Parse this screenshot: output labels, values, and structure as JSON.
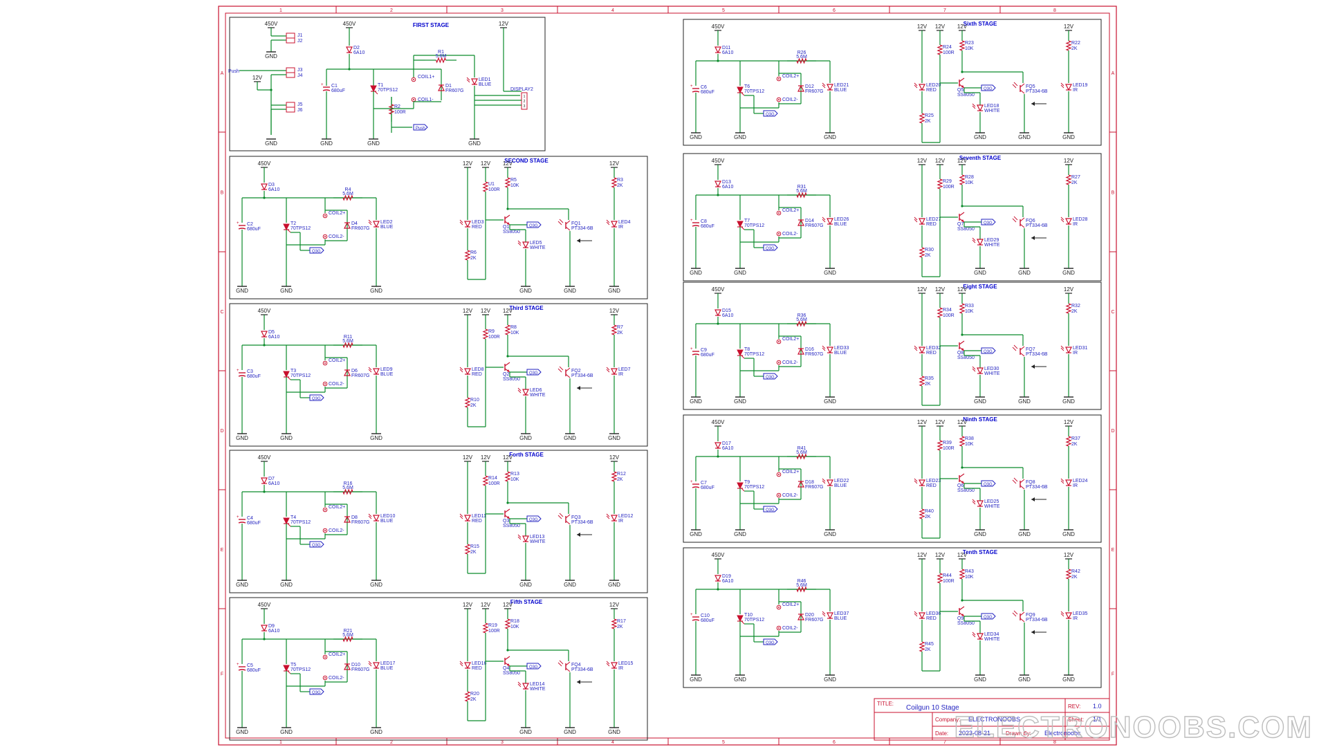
{
  "sheet": {
    "col_labels": [
      "1",
      "2",
      "3",
      "4",
      "5",
      "6",
      "7",
      "8"
    ],
    "row_labels": [
      "A",
      "B",
      "C",
      "D",
      "E",
      "F"
    ]
  },
  "colors": {
    "frame": "#c8102e",
    "wire": "#0a8a2a",
    "part": "#c8102e",
    "label": "#1f1fbf",
    "stage_title": "#0000cc",
    "black": "#222222",
    "watermark": "#d9d9d9"
  },
  "first_stage": {
    "title": "FIRST STAGE",
    "v450": "450V",
    "v12a": "12V",
    "v12b": "12V",
    "j1": "J1",
    "j2": "J2",
    "j3": "J3",
    "j4": "J4",
    "j5": "J5",
    "j6": "J6",
    "push_in": "Push",
    "push_out": "Push",
    "gnd": "GND",
    "d_ref": "D2",
    "d_val": "6A10",
    "c_ref": "C1",
    "c_val": "680uF",
    "t_ref": "T1",
    "t_val": "70TPS12",
    "r1_ref": "R1",
    "r1_val": "5.6M",
    "r2_ref": "R2",
    "r2_val": "100R",
    "d1_ref": "D1",
    "d1_val": "FR607G",
    "led_ref": "LED1",
    "led_val": "BLUE",
    "coil_p": "COIL1+",
    "coil_n": "COIL1-",
    "display": "DISPLAY2",
    "pins": [
      "1",
      "2",
      "3"
    ]
  },
  "stages": [
    {
      "title": "SECOND STAGE",
      "d": "D3",
      "c": "C2",
      "t": "T2",
      "r": "R4",
      "dd": "D4",
      "ledb": "LED2",
      "coil": "COIL2",
      "ledr": "LED3",
      "ra": "U1",
      "rb": "R5",
      "q": "Q1",
      "ledw": "LED5",
      "rc": "R6",
      "fq": "FQ1",
      "ri": "R3",
      "ledi": "LED4"
    },
    {
      "title": "Third STAGE",
      "d": "D5",
      "c": "C3",
      "t": "T3",
      "r": "R11",
      "dd": "D6",
      "ledb": "LED9",
      "coil": "COIL2",
      "ledr": "LED8",
      "ra": "R9",
      "rb": "R8",
      "q": "Q2",
      "ledw": "LED6",
      "rc": "R10",
      "fq": "FQ2",
      "ri": "R7",
      "ledi": "LED7"
    },
    {
      "title": "Forth STAGE",
      "d": "D7",
      "c": "C4",
      "t": "T4",
      "r": "R16",
      "dd": "D8",
      "ledb": "LED10",
      "coil": "COIL2",
      "ledr": "LED11",
      "ra": "R14",
      "rb": "R13",
      "q": "Q3",
      "ledw": "LED13",
      "rc": "R15",
      "fq": "FQ3",
      "ri": "R12",
      "ledi": "LED12"
    },
    {
      "title": "Fifth STAGE",
      "d": "D9",
      "c": "C5",
      "t": "T5",
      "r": "R21",
      "dd": "D10",
      "ledb": "LED17",
      "coil": "COIL2",
      "ledr": "LED16",
      "ra": "R19",
      "rb": "R18",
      "q": "Q4",
      "ledw": "LED14",
      "rc": "R20",
      "fq": "FQ4",
      "ri": "R17",
      "ledi": "LED15"
    },
    {
      "title": "Sixth STAGE",
      "d": "D11",
      "c": "C6",
      "t": "T6",
      "r": "R26",
      "dd": "D12",
      "ledb": "LED21",
      "coil": "COIL2",
      "ledr": "LED20",
      "ra": "R24",
      "rb": "R23",
      "q": "Q5",
      "ledw": "LED18",
      "rc": "R25",
      "fq": "FQ5",
      "ri": "R22",
      "ledi": "LED19"
    },
    {
      "title": "Seventh STAGE",
      "d": "D13",
      "c": "C8",
      "t": "T7",
      "r": "R31",
      "dd": "D14",
      "ledb": "LED26",
      "coil": "COIL2",
      "ledr": "LED27",
      "ra": "R29",
      "rb": "R28",
      "q": "Q7",
      "ledw": "LED29",
      "rc": "R30",
      "fq": "FQ6",
      "ri": "R27",
      "ledi": "LED28"
    },
    {
      "title": "Eight STAGE",
      "d": "D15",
      "c": "C9",
      "t": "T8",
      "r": "R36",
      "dd": "D16",
      "ledb": "LED33",
      "coil": "COIL2",
      "ledr": "LED32",
      "ra": "R34",
      "rb": "R33",
      "q": "Q8",
      "ledw": "LED30",
      "rc": "R35",
      "fq": "FQ7",
      "ri": "R32",
      "ledi": "LED31"
    },
    {
      "title": "Ninth STAGE",
      "d": "D17",
      "c": "C7",
      "t": "T9",
      "r": "R41",
      "dd": "D18",
      "ledb": "LED22",
      "coil": "COIL2",
      "ledr": "LED23",
      "ra": "R39",
      "rb": "R38",
      "q": "Q6",
      "ledw": "LED25",
      "rc": "R40",
      "fq": "FQ8",
      "ri": "R37",
      "ledi": "LED24"
    },
    {
      "title": "Tenth STAGE",
      "d": "D19",
      "c": "C10",
      "t": "T10",
      "r": "R46",
      "dd": "D20",
      "ledb": "LED37",
      "coil": "COIL2",
      "ledr": "LED36",
      "ra": "R44",
      "rb": "R43",
      "q": "Q9",
      "ledw": "LED34",
      "rc": "R45",
      "fq": "FQ9",
      "ri": "R42",
      "ledi": "LED35"
    }
  ],
  "common": {
    "v450": "450V",
    "v12": "12V",
    "gnd": "GND",
    "d_val": "6A10",
    "c_val": "680uF",
    "t_val": "70TPS12",
    "r_val": "5.6M",
    "dd_val": "FR607G",
    "ledb_val": "BLUE",
    "coil_p": "+",
    "coil_n": "-",
    "ledr_val": "RED",
    "ra_val": "100R",
    "rb_val": "10K",
    "q_val": "SS8050",
    "ledw_val": "WHITE",
    "rc_val": "2K",
    "fq_val": "PT334-6B",
    "ri_val": "2K",
    "ledi_val": "IR",
    "q3g": "Q3G"
  },
  "title_block": {
    "title_label": "TITLE:",
    "title_value": "Coilgun 10 Stage",
    "rev_label": "REV:",
    "rev_value": "1.0",
    "company_label": "Company:",
    "company_value": "ELECTRONOOBS",
    "sheet_label": "Sheet:",
    "sheet_value": "1/1",
    "date_label": "Date:",
    "date_value": "2023-08-21",
    "drawn_label": "Drawn By:",
    "drawn_value": "Electronoobs"
  },
  "watermark": "ELECTRONOOBS.COM"
}
